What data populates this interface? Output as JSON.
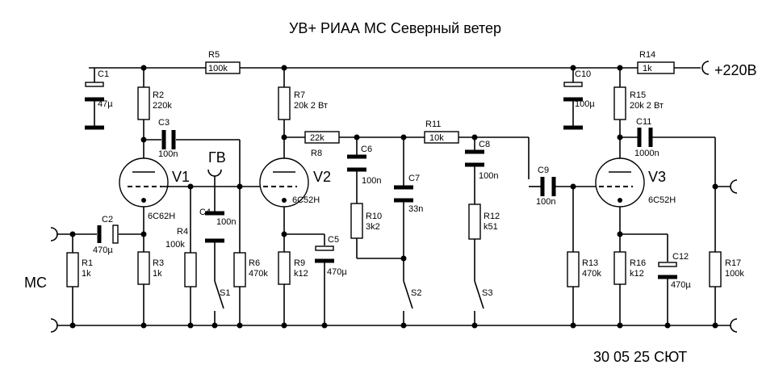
{
  "title": "УВ+ РИАА МС Северный ветер",
  "footer": "30 05 25 СЮТ",
  "power_label": "+220В",
  "input_label": "MC",
  "gv_label": "ГВ",
  "tubes": {
    "v1": {
      "name": "V1",
      "type": "6C62H"
    },
    "v2": {
      "name": "V2",
      "type": "6C52H"
    },
    "v3": {
      "name": "V3",
      "type": "6C52H"
    }
  },
  "parts": {
    "c1": {
      "ref": "C1",
      "val": "47µ"
    },
    "c2": {
      "ref": "C2",
      "val": "470µ"
    },
    "c3": {
      "ref": "C3",
      "val": "100n"
    },
    "c4": {
      "ref": "C4",
      "val": "100n"
    },
    "c5": {
      "ref": "C5",
      "val": "470µ"
    },
    "c6": {
      "ref": "C6",
      "val": "100n"
    },
    "c7": {
      "ref": "C7",
      "val": "33n"
    },
    "c8": {
      "ref": "C8",
      "val": "100n"
    },
    "c9": {
      "ref": "C9",
      "val": "100n"
    },
    "c10": {
      "ref": "C10",
      "val": "100µ"
    },
    "c11": {
      "ref": "C11",
      "val": "1000n"
    },
    "c12": {
      "ref": "C12",
      "val": "470µ"
    },
    "r1": {
      "ref": "R1",
      "val": "1k"
    },
    "r2": {
      "ref": "R2",
      "val": "220k"
    },
    "r3": {
      "ref": "R3",
      "val": "1k"
    },
    "r4": {
      "ref": "R4",
      "val": "100k"
    },
    "r5": {
      "ref": "R5",
      "val": "100k"
    },
    "r6": {
      "ref": "R6",
      "val": "470k"
    },
    "r7": {
      "ref": "R7",
      "val": "20k 2 Вт"
    },
    "r8": {
      "ref": "R8",
      "val": "22k"
    },
    "r9": {
      "ref": "R9",
      "val": "k12"
    },
    "r10": {
      "ref": "R10",
      "val": "3k2"
    },
    "r11": {
      "ref": "R11",
      "val": "10k"
    },
    "r12": {
      "ref": "R12",
      "val": "k51"
    },
    "r13": {
      "ref": "R13",
      "val": "470k"
    },
    "r14": {
      "ref": "R14",
      "val": "1k"
    },
    "r15": {
      "ref": "R15",
      "val": "20k 2 Вт"
    },
    "r16": {
      "ref": "R16",
      "val": "k12"
    },
    "r17": {
      "ref": "R17",
      "val": "100k"
    }
  },
  "switches": {
    "s1": "S1",
    "s2": "S2",
    "s3": "S3"
  }
}
